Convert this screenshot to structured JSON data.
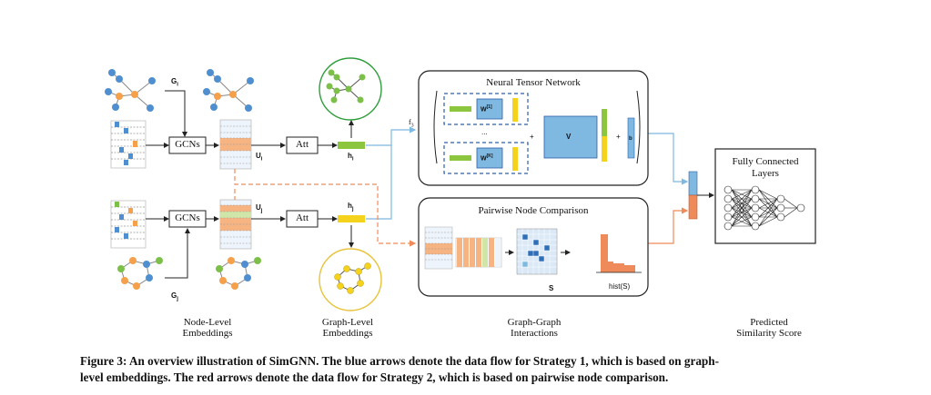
{
  "figure": {
    "labels": {
      "gi": "G",
      "gi_sub": "i",
      "gj": "G",
      "gj_sub": "j",
      "gcns_top": "GCNs",
      "gcns_bottom": "GCNs",
      "att_top": "Att",
      "att_bottom": "Att",
      "ui": "U",
      "ui_sub": "i",
      "uj": "U",
      "uj_sub": "j",
      "hi": "h",
      "hi_sub": "i",
      "hj": "h",
      "hj_sub": "j",
      "f3": "f",
      "f3_sub": "3",
      "ntn_title": "Neural Tensor Network",
      "w1": "W",
      "w1_sup": "[1]",
      "wk": "W",
      "wk_sup": "[K]",
      "v": "V",
      "b": "b",
      "plus1": "+",
      "plus2": "+",
      "dots": "...",
      "pnc_title": "Pairwise Node Comparison",
      "s_label": "S",
      "hist_label": "hist(S)",
      "fc_title_line1": "Fully Connected",
      "fc_title_line2": "Layers"
    },
    "bottom_labels": {
      "node_level": [
        "Node-Level",
        "Embeddings"
      ],
      "graph_level": [
        "Graph-Level",
        "Embeddings"
      ],
      "graph_graph": [
        "Graph-Graph",
        "Interactions"
      ],
      "predicted": [
        "Predicted",
        "Similarity Score"
      ]
    },
    "colors": {
      "blue_flow": "#7fb8e0",
      "red_flow": "#ef8a5a",
      "orange_node": "#f5a04a",
      "blue_node": "#4f8fd0",
      "green_node": "#7cc04a",
      "green_circle": "#2e9e3a",
      "yellow_circle": "#e8c33a",
      "green_bar": "#8cc63f",
      "yellow_bar": "#f5d21c"
    }
  },
  "caption": {
    "line1": "Figure 3: An overview illustration of SimGNN. The blue arrows denote the data flow for Strategy 1, which is based on graph-",
    "line2": "level embeddings. The red arrows denote the data flow for Strategy 2, which is based on pairwise node comparison."
  }
}
